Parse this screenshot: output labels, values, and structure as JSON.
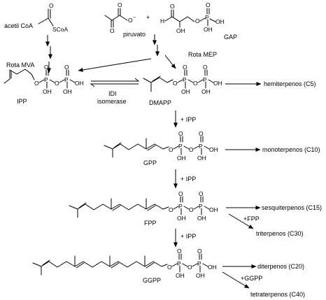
{
  "precursors": {
    "acetyl_coa": "acetil CoA",
    "scoa_group": "SCoA",
    "pyruvate": "piruvato",
    "gap": "GAP"
  },
  "pathways": {
    "mva": "Rota MVA",
    "mep": "Rota MEP"
  },
  "isomerase": {
    "line1": "IDI",
    "line2": "isomerase"
  },
  "compounds": {
    "ipp": "IPP",
    "dmapp": "DMAPP",
    "gpp": "GPP",
    "fpp": "FPP",
    "ggpp": "GGPP"
  },
  "reagents": {
    "ipp1": "+ IPP",
    "ipp2": "+ IPP",
    "ipp3": "+ IPP",
    "fpp": "+FPP",
    "ggpp": "+GGPP"
  },
  "products": {
    "hemiterpenes": "hemiterpenos (C5)",
    "monoterpenes": "monoterpenos (C10)",
    "sesquiterpenes": "sesquiterpenos (C15)",
    "triterpenes": "triterpenos (C30)",
    "diterpenes": "diterpenos (C20)",
    "tetraterpenes": "tetraterpenos (C40)"
  },
  "atoms": {
    "O": "O",
    "P": "P",
    "OH": "OH",
    "H": "H",
    "O_minus": "O",
    "minus": "−",
    "plus": "+"
  }
}
